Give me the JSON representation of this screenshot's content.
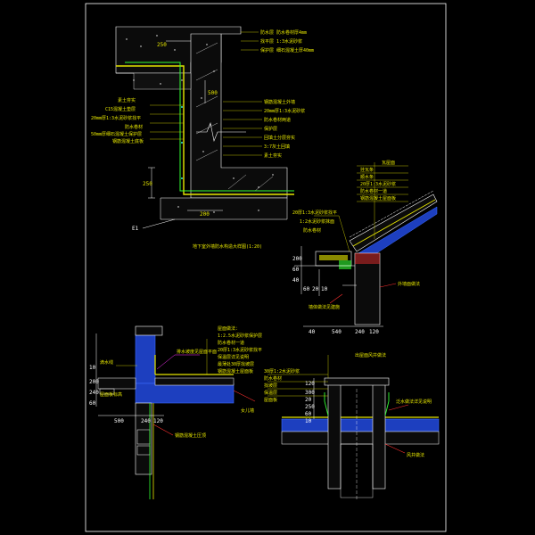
{
  "colors": {
    "background": "#000000",
    "frame": "#ffffff",
    "concrete": "#ffffff",
    "membrane": "#e6e600",
    "insulation": "#3b6cff",
    "leader": "#ff3030",
    "green": "#33ff33",
    "cyan": "#33e6e6",
    "magenta": "#ff33ff",
    "text": "#e6e600"
  },
  "detail_a": {
    "top_labels": [
      "防水层 防水卷材厚4mm",
      "找平层 1:3水泥砂浆",
      "保护层 细石混凝土厚40mm"
    ],
    "left_labels": [
      "素土夯实",
      "C15混凝土垫层",
      "20mm厚1:3水泥砂浆找平",
      "防水卷材",
      "50mm厚细石混凝土保护层",
      "钢筋混凝土底板"
    ],
    "right_labels": [
      "钢筋混凝土外墙",
      "20mm厚1:3水泥砂浆",
      "防水卷材两道",
      "保护层",
      "回填土分层夯实",
      "3:7灰土回填",
      "素土夯实"
    ],
    "dims": [
      "250",
      "500",
      "250",
      "200"
    ],
    "side_tag": "E1",
    "title": "地下室外墙防水构造大样图(1:20)"
  },
  "detail_b": {
    "labels": [
      "瓦屋面",
      "挂瓦条",
      "顺水条",
      "20厚1:3水泥砂浆",
      "防水卷材一道",
      "钢筋混凝土屋面板"
    ],
    "left_labels": [
      "20厚1:3水泥砂浆找平",
      "1:2水泥砂浆抹面",
      "防水卷材"
    ],
    "bottom_dims": [
      "40",
      "540",
      "240",
      "120"
    ],
    "side_dims": [
      "200",
      "60",
      "40",
      "60",
      "20",
      "10"
    ],
    "leader_labels": [
      "外墙面做法",
      "墙体做法见建施"
    ]
  },
  "detail_c": {
    "labels": [
      "屋面做法：",
      "1:2.5水泥砂浆保护层",
      "防水卷材一道",
      "20厚1:3水泥砂浆找平",
      "保温层详见说明",
      "最薄处30厚找坡层",
      "钢筋混凝土屋面板"
    ],
    "side_labels": [
      "滴水线",
      "屋面板标高"
    ],
    "dims": [
      "10",
      "200",
      "240",
      "60",
      "500",
      "240",
      "120"
    ],
    "note_a": "排水坡度见屋面平面",
    "note_b": "女儿墙",
    "note_c": "钢筋混凝土压顶"
  },
  "detail_d": {
    "labels": [
      "出屋面风井做法",
      "30厚1:2水泥砂浆",
      "防水卷材",
      "找坡层",
      "保温层",
      "屋面板"
    ],
    "side_labels": [
      "泛水做法详见说明",
      "风井做法"
    ],
    "dims": [
      "120",
      "300",
      "20",
      "250",
      "60",
      "10"
    ]
  }
}
